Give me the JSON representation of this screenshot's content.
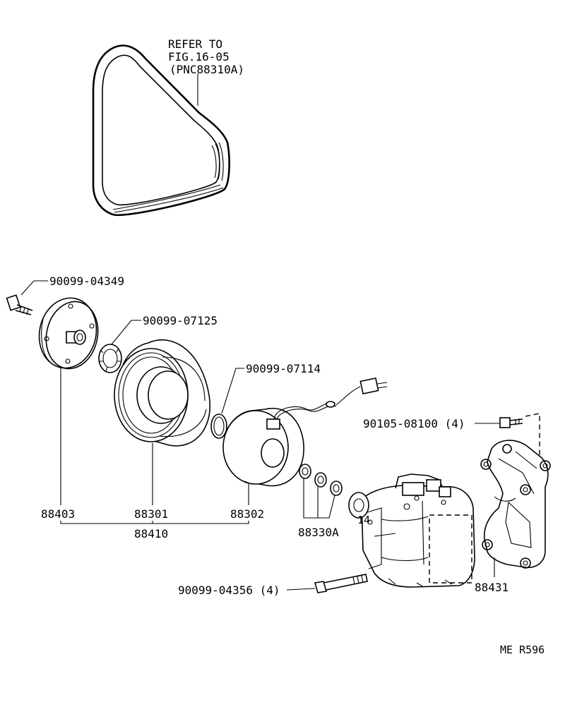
{
  "belt_note": {
    "line1": "REFER TO",
    "line2": "FIG.16-05",
    "line3": "(PNC88310A)"
  },
  "parts": {
    "bolt_small": "90099-04349",
    "snap_ring_1": "90099-07125",
    "snap_ring_2": "90099-07114",
    "bracket_bolt": "90105-08100 (4)",
    "hub": "88403",
    "pulley": "88301",
    "field_coil": "88302",
    "clutch_assembly": "88410",
    "shims": "88330A",
    "long_bolt": "90099-04356 (4)",
    "bracket": "88431"
  },
  "drawing_code": "ME R596"
}
